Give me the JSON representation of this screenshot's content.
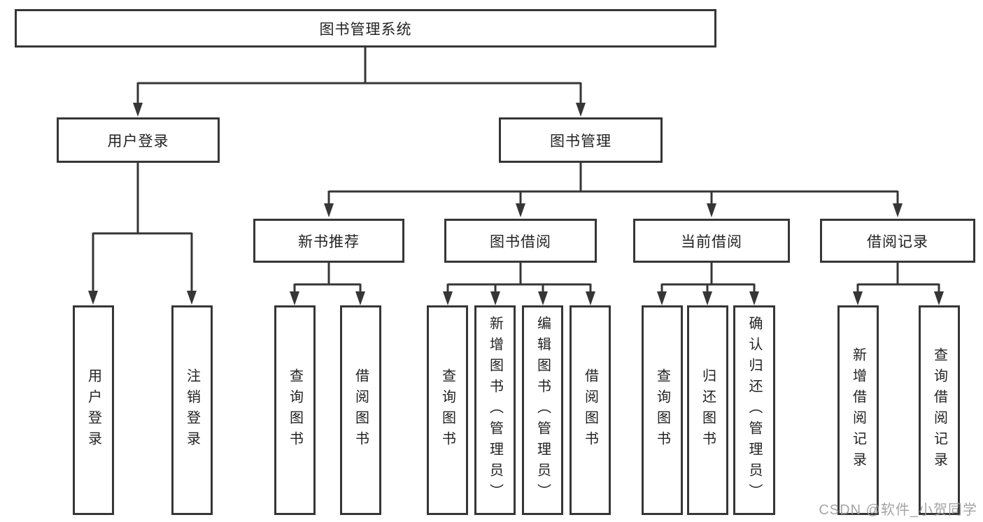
{
  "nodes": {
    "root": {
      "label": "图书管理系统"
    },
    "user_login": {
      "label": "用户登录"
    },
    "book_management": {
      "label": "图书管理"
    },
    "new_book_recommend": {
      "label": "新书推荐"
    },
    "book_borrow": {
      "label": "图书借阅"
    },
    "current_borrow": {
      "label": "当前借阅"
    },
    "borrow_records": {
      "label": "借阅记录"
    },
    "leaf_user_login": {
      "label": "用户登录"
    },
    "leaf_logout_login": {
      "label": "注销登录"
    },
    "leaf_nbr_query_books": {
      "label": "查询图书"
    },
    "leaf_nbr_borrow_books": {
      "label": "借阅图书"
    },
    "leaf_bb_query_books": {
      "label": "查询图书"
    },
    "leaf_bb_add_books": {
      "label": "新增图书（管理员）"
    },
    "leaf_bb_edit_books": {
      "label": "编辑图书（管理员）"
    },
    "leaf_bb_borrow_books": {
      "label": "借阅图书"
    },
    "leaf_cb_query_books": {
      "label": "查询图书"
    },
    "leaf_cb_return_books": {
      "label": "归还图书"
    },
    "leaf_cb_confirm_return": {
      "label": "确认归还（管理员）"
    },
    "leaf_br_add_record": {
      "label": "新增借阅记录"
    },
    "leaf_br_query_record": {
      "label": "查询借阅记录"
    }
  },
  "colors": {
    "line": "#363636",
    "border": "#363636",
    "text": "#222222",
    "watermark_gray": "#9b9b9b",
    "background": "#ffffff"
  },
  "watermark": "CSDN @软件_小贺同学"
}
